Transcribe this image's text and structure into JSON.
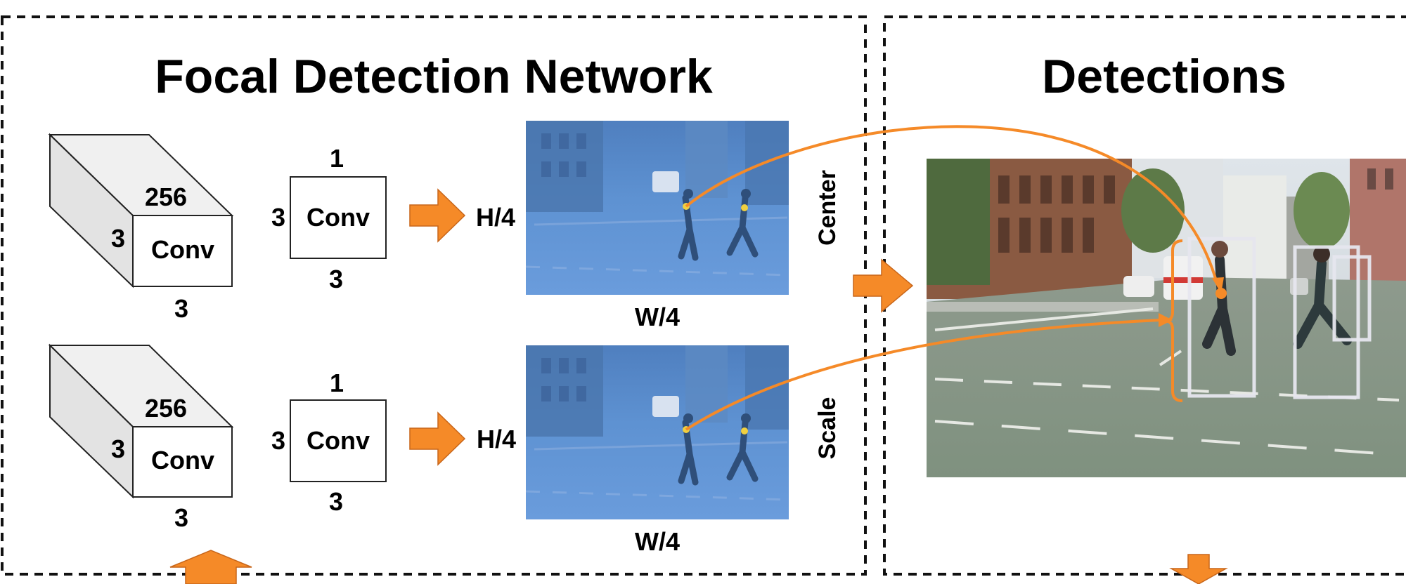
{
  "panels": {
    "network_title": "Focal Detection Network",
    "detections_title": "Detections"
  },
  "branches": [
    {
      "cube": {
        "depth_label": "256",
        "height_label": "3",
        "width_label": "3",
        "name_label": "Conv"
      },
      "conv": {
        "top_label": "1",
        "left_label": "3",
        "bottom_label": "3",
        "name_label": "Conv"
      },
      "map": {
        "h_label": "H/4",
        "w_label": "W/4",
        "side_label": "Center"
      }
    },
    {
      "cube": {
        "depth_label": "256",
        "height_label": "3",
        "width_label": "3",
        "name_label": "Conv"
      },
      "conv": {
        "top_label": "1",
        "left_label": "3",
        "bottom_label": "3",
        "name_label": "Conv"
      },
      "map": {
        "h_label": "H/4",
        "w_label": "W/4",
        "side_label": "Scale"
      }
    }
  ],
  "colors": {
    "arrow": "#f58a28",
    "feature_map": "#5b8fcf",
    "box": "#e6e6ee",
    "scene_road": "#8fa18f"
  }
}
